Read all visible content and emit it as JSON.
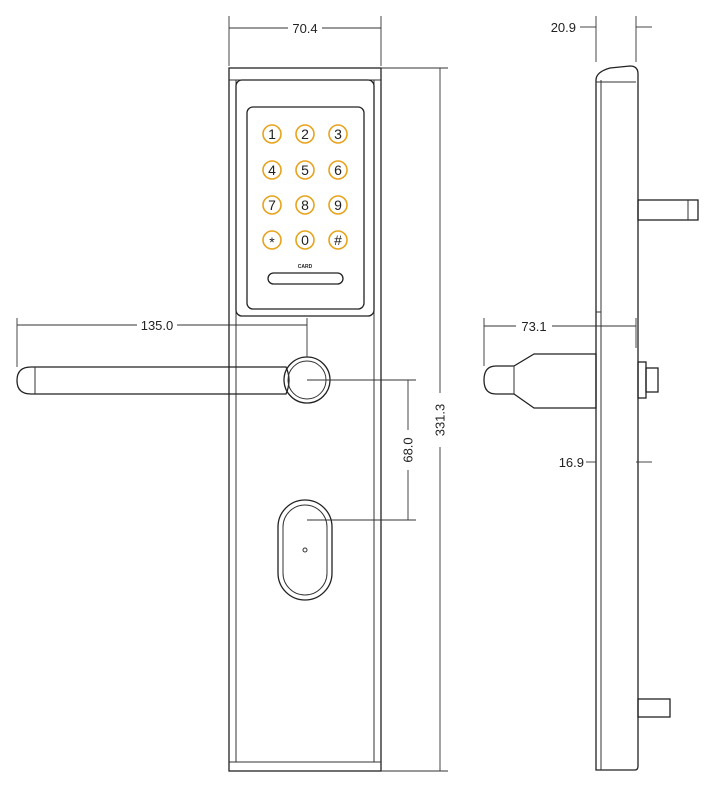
{
  "front_view": {
    "keypad": {
      "keys": [
        "1",
        "2",
        "3",
        "4",
        "5",
        "6",
        "7",
        "8",
        "9",
        "*",
        "0",
        "#"
      ],
      "card_label": "CARD",
      "key_ring_color": "#e8a31c"
    }
  },
  "dimensions": {
    "width": "70.4",
    "height": "331.3",
    "handle_length": "135.0",
    "handle_to_cylinder": "68.0",
    "side_depth_top": "20.9",
    "side_handle_projection": "73.1",
    "side_depth_body": "16.9"
  }
}
